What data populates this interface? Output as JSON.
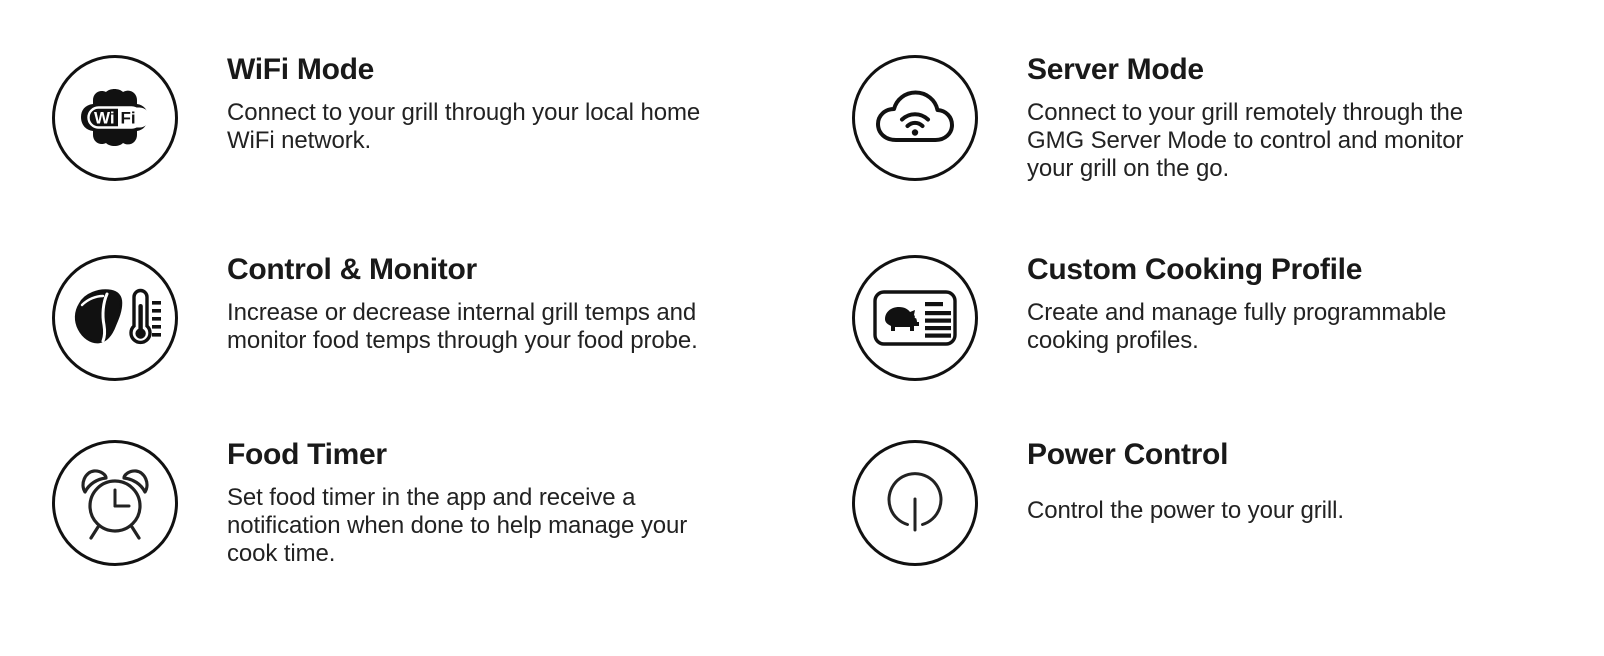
{
  "features": [
    {
      "id": "wifi-mode",
      "icon": "wifi-logo-icon",
      "title": "WiFi Mode",
      "description": "Connect to your grill through your local home\nWiFi network."
    },
    {
      "id": "server-mode",
      "icon": "cloud-wifi-icon",
      "title": "Server Mode",
      "description": "Connect to your grill remotely through the\nGMG Server Mode to control and monitor\nyour grill on the go."
    },
    {
      "id": "control-monitor",
      "icon": "steak-thermometer-icon",
      "title": "Control & Monitor",
      "description": "Increase or decrease internal grill temps and\nmonitor food temps through your food probe."
    },
    {
      "id": "custom-cooking-profile",
      "icon": "pig-profile-card-icon",
      "title": "Custom Cooking Profile",
      "description": "Create and manage fully programmable\ncooking profiles."
    },
    {
      "id": "food-timer",
      "icon": "alarm-clock-icon",
      "title": "Food Timer",
      "description": "Set food timer in the app and receive a\nnotification when done to help manage your\ncook time."
    },
    {
      "id": "power-control",
      "icon": "power-button-icon",
      "title": "Power Control",
      "description": "Control the power to your grill."
    }
  ],
  "colors": {
    "background": "#ffffff",
    "text": "#1a1a1a",
    "icon_stroke": "#111111"
  }
}
